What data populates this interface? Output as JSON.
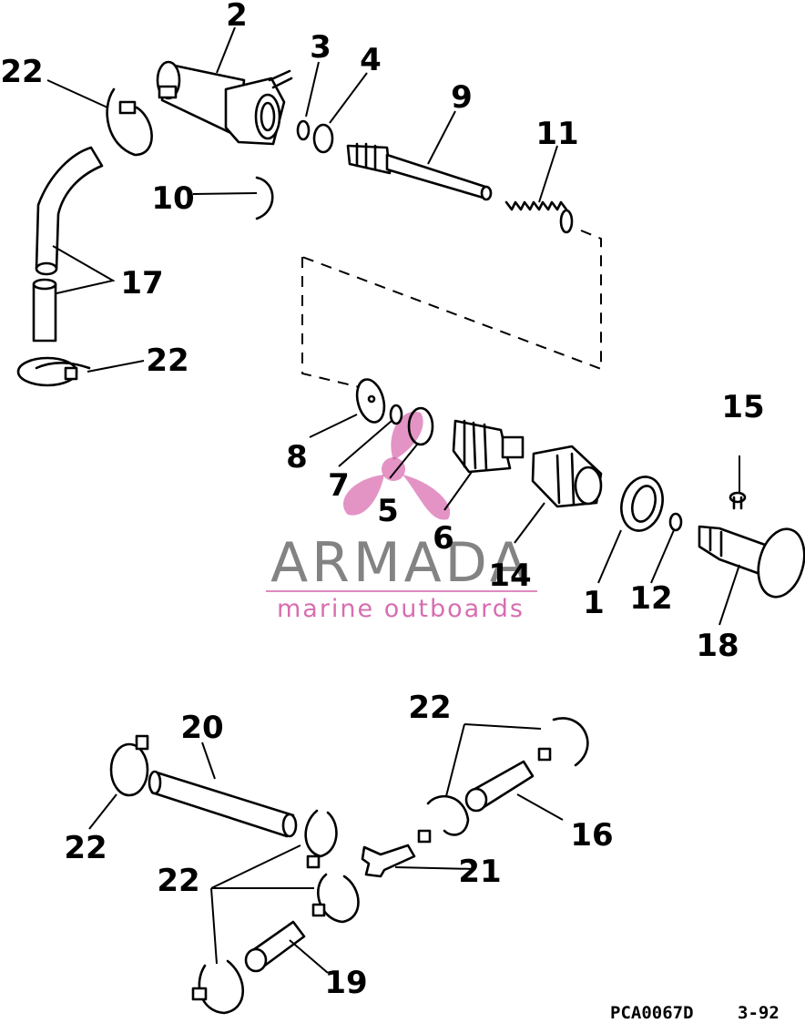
{
  "callouts": {
    "c1": "1",
    "c2": "2",
    "c3": "3",
    "c4": "4",
    "c5": "5",
    "c6": "6",
    "c7": "7",
    "c8": "8",
    "c9": "9",
    "c10": "10",
    "c11": "11",
    "c12": "12",
    "c14": "14",
    "c15": "15",
    "c16": "16",
    "c17": "17",
    "c18": "18",
    "c19": "19",
    "c20": "20",
    "c21": "21",
    "c22a": "22",
    "c22b": "22",
    "c22c": "22",
    "c22d": "22",
    "c22e": "22"
  },
  "footer": {
    "drawing_code": "PCA0067D",
    "page_ref": "3-92"
  },
  "watermark": {
    "title": "ARMADA",
    "subtitle": "marine outboards",
    "color": "#cc3d96"
  }
}
